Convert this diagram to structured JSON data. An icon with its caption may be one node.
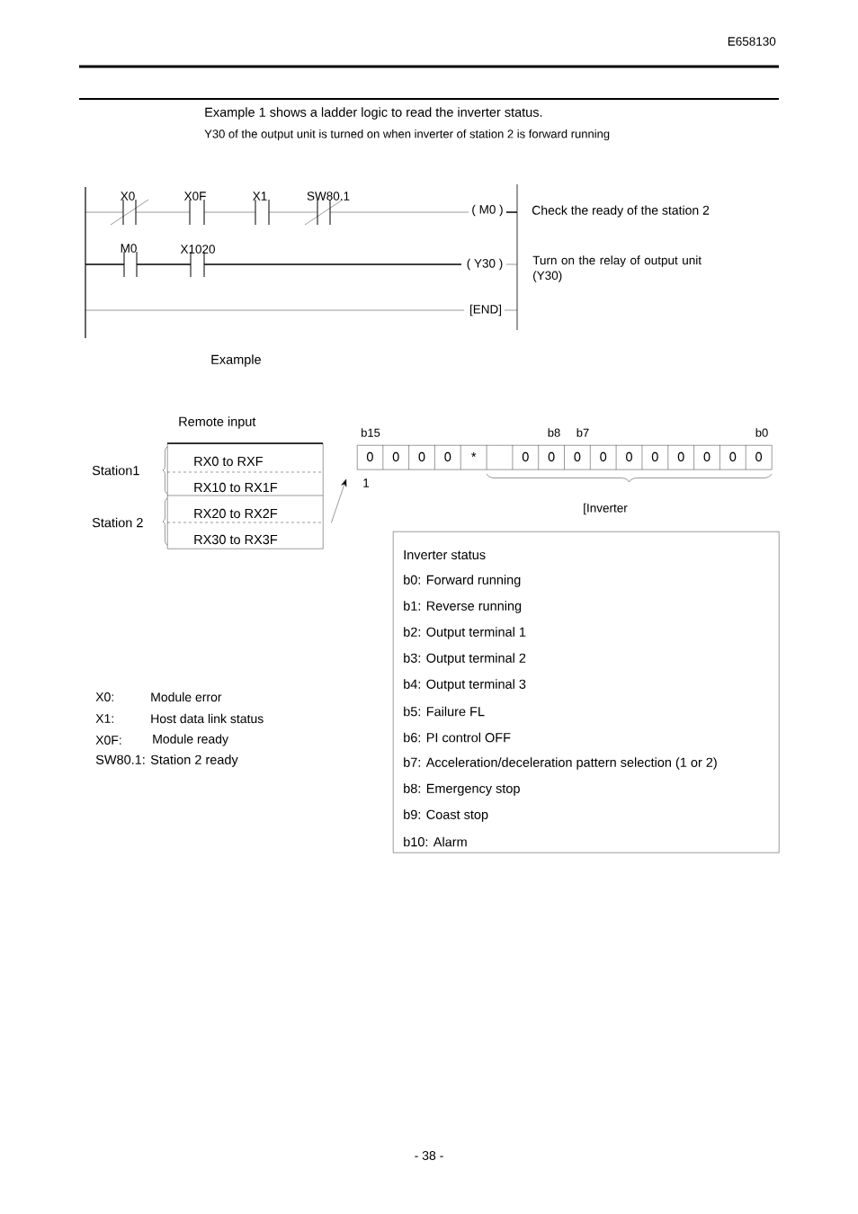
{
  "diagram": {
    "nodes": [
      {
        "text": [
          "Remote input",
          "RX0 to RXF",
          "RX10 to RX1F",
          "RX20 to RX2F",
          "RX30 to RX3F"
        ]
      },
      {
        "text": [
          "0",
          "0",
          "0",
          "0",
          "*",
          "0",
          "0",
          "0",
          "0",
          "0",
          "0",
          "0",
          "0",
          "0",
          "0"
        ]
      },
      {
        "text": [
          "Inverter status",
          "b0: Forward running",
          "b1: Reverse running",
          "b2: Output terminal 1",
          "b3: Output terminal 2",
          "b4: Output terminal 3",
          "b5: Failure FL",
          "b6: PI control OFF",
          "b7: Acceleration/deceleration pattern selection (1 or 2)",
          "b8: Emergency stop",
          "b9: Coast stop",
          "b10: Alarm"
        ]
      }
    ],
    "edges": [
      {
        "from": 0,
        "to": 1,
        "arrow": "to"
      }
    ],
    "labels": [
      "E658130",
      "Example 1 shows a ladder logic to read the inverter status.",
      "Y30 of the output unit is turned on when inverter of station 2 is forward running",
      "X0",
      "X0F",
      "X1",
      "SW80.1",
      "( M0 )",
      "Check the ready of the station 2",
      "M0",
      "X1020",
      "( Y30 )",
      "Turn on the relay of output unit (Y30)",
      "[END]",
      "Example",
      "b15",
      "b8",
      "b7",
      "b0",
      "Station1",
      "Station 2",
      "1",
      "[Inverter",
      "X0:",
      "Module error",
      "X1:",
      "Host data link status",
      "X0F:",
      "Module ready",
      "SW80.1: Station 2 ready",
      "- 38 -"
    ]
  }
}
